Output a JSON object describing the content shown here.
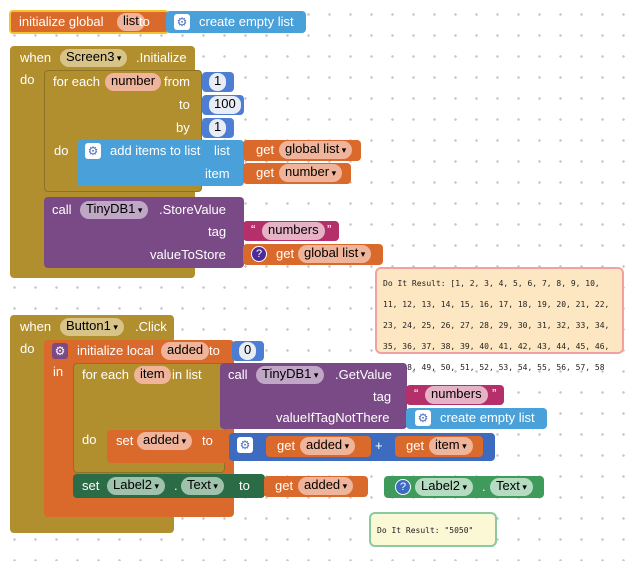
{
  "global_init": {
    "label": "initialize global",
    "var_name": "list",
    "to": "to",
    "create_list": "create empty list"
  },
  "screen_event": {
    "when": "when",
    "component": "Screen3",
    "event": ".Initialize",
    "do": "do",
    "for_each": "for each",
    "var": "number",
    "from": "from",
    "from_val": "1",
    "to": "to",
    "to_val": "100",
    "by": "by",
    "by_val": "1",
    "loop_do": "do",
    "add_items": "add items to list",
    "list_label": "list",
    "get": "get",
    "global_list": "global list",
    "item_label": "item",
    "number_var": "number",
    "call": "call",
    "db": "TinyDB1",
    "store_value": ".StoreValue",
    "tag": "tag",
    "tag_val": "numbers",
    "value_to_store": "valueToStore",
    "do_it_result": "Do It Result: [1, 2, 3, 4, 5, 6, 7, 8, 9, 10, 11, 12, 13, 14, 15, 16, 17, 18, 19, 20, 21, 22, 23, 24, 25, 26, 27, 28, 29, 30, 31, 32, 33, 34, 35, 36, 37, 38, 39, 40, 41, 42, 43, 44, 45, 46, 47, 48, 49, 50, 51, 52, 53, 54, 55, 56, 57, 58"
  },
  "button_event": {
    "when": "when",
    "component": "Button1",
    "event": ".Click",
    "do": "do",
    "init_local": "initialize local",
    "local_var": "added",
    "to": "to",
    "init_val": "0",
    "in": "in",
    "for_each": "for each",
    "item_var": "item",
    "in_list": "in list",
    "call": "call",
    "db": "TinyDB1",
    "get_value": ".GetValue",
    "tag": "tag",
    "tag_val": "numbers",
    "value_if_none": "valueIfTagNotThere",
    "create_list": "create empty list",
    "loop_do": "do",
    "set": "set",
    "set_var": "added",
    "set_to": "to",
    "get": "get",
    "get_added": "added",
    "plus": "+",
    "get_item": "item",
    "set_label": "set",
    "label_comp": "Label2",
    "dot": ".",
    "prop": "Text",
    "label_to": "to",
    "get_added2": "added",
    "watch_comp": "Label2",
    "watch_prop": "Text",
    "do_it_result": "Do It Result: \"5050\""
  },
  "icons": {
    "gear": "gear-icon",
    "question": "question-icon"
  },
  "colors": {
    "variables": "#d96a2b",
    "control": "#b18e2e",
    "math": "#4d7ed3",
    "lists": "#4aa0d8",
    "components": "#7a4a86",
    "text": "#b5306b",
    "setters": "#2b6b45"
  }
}
